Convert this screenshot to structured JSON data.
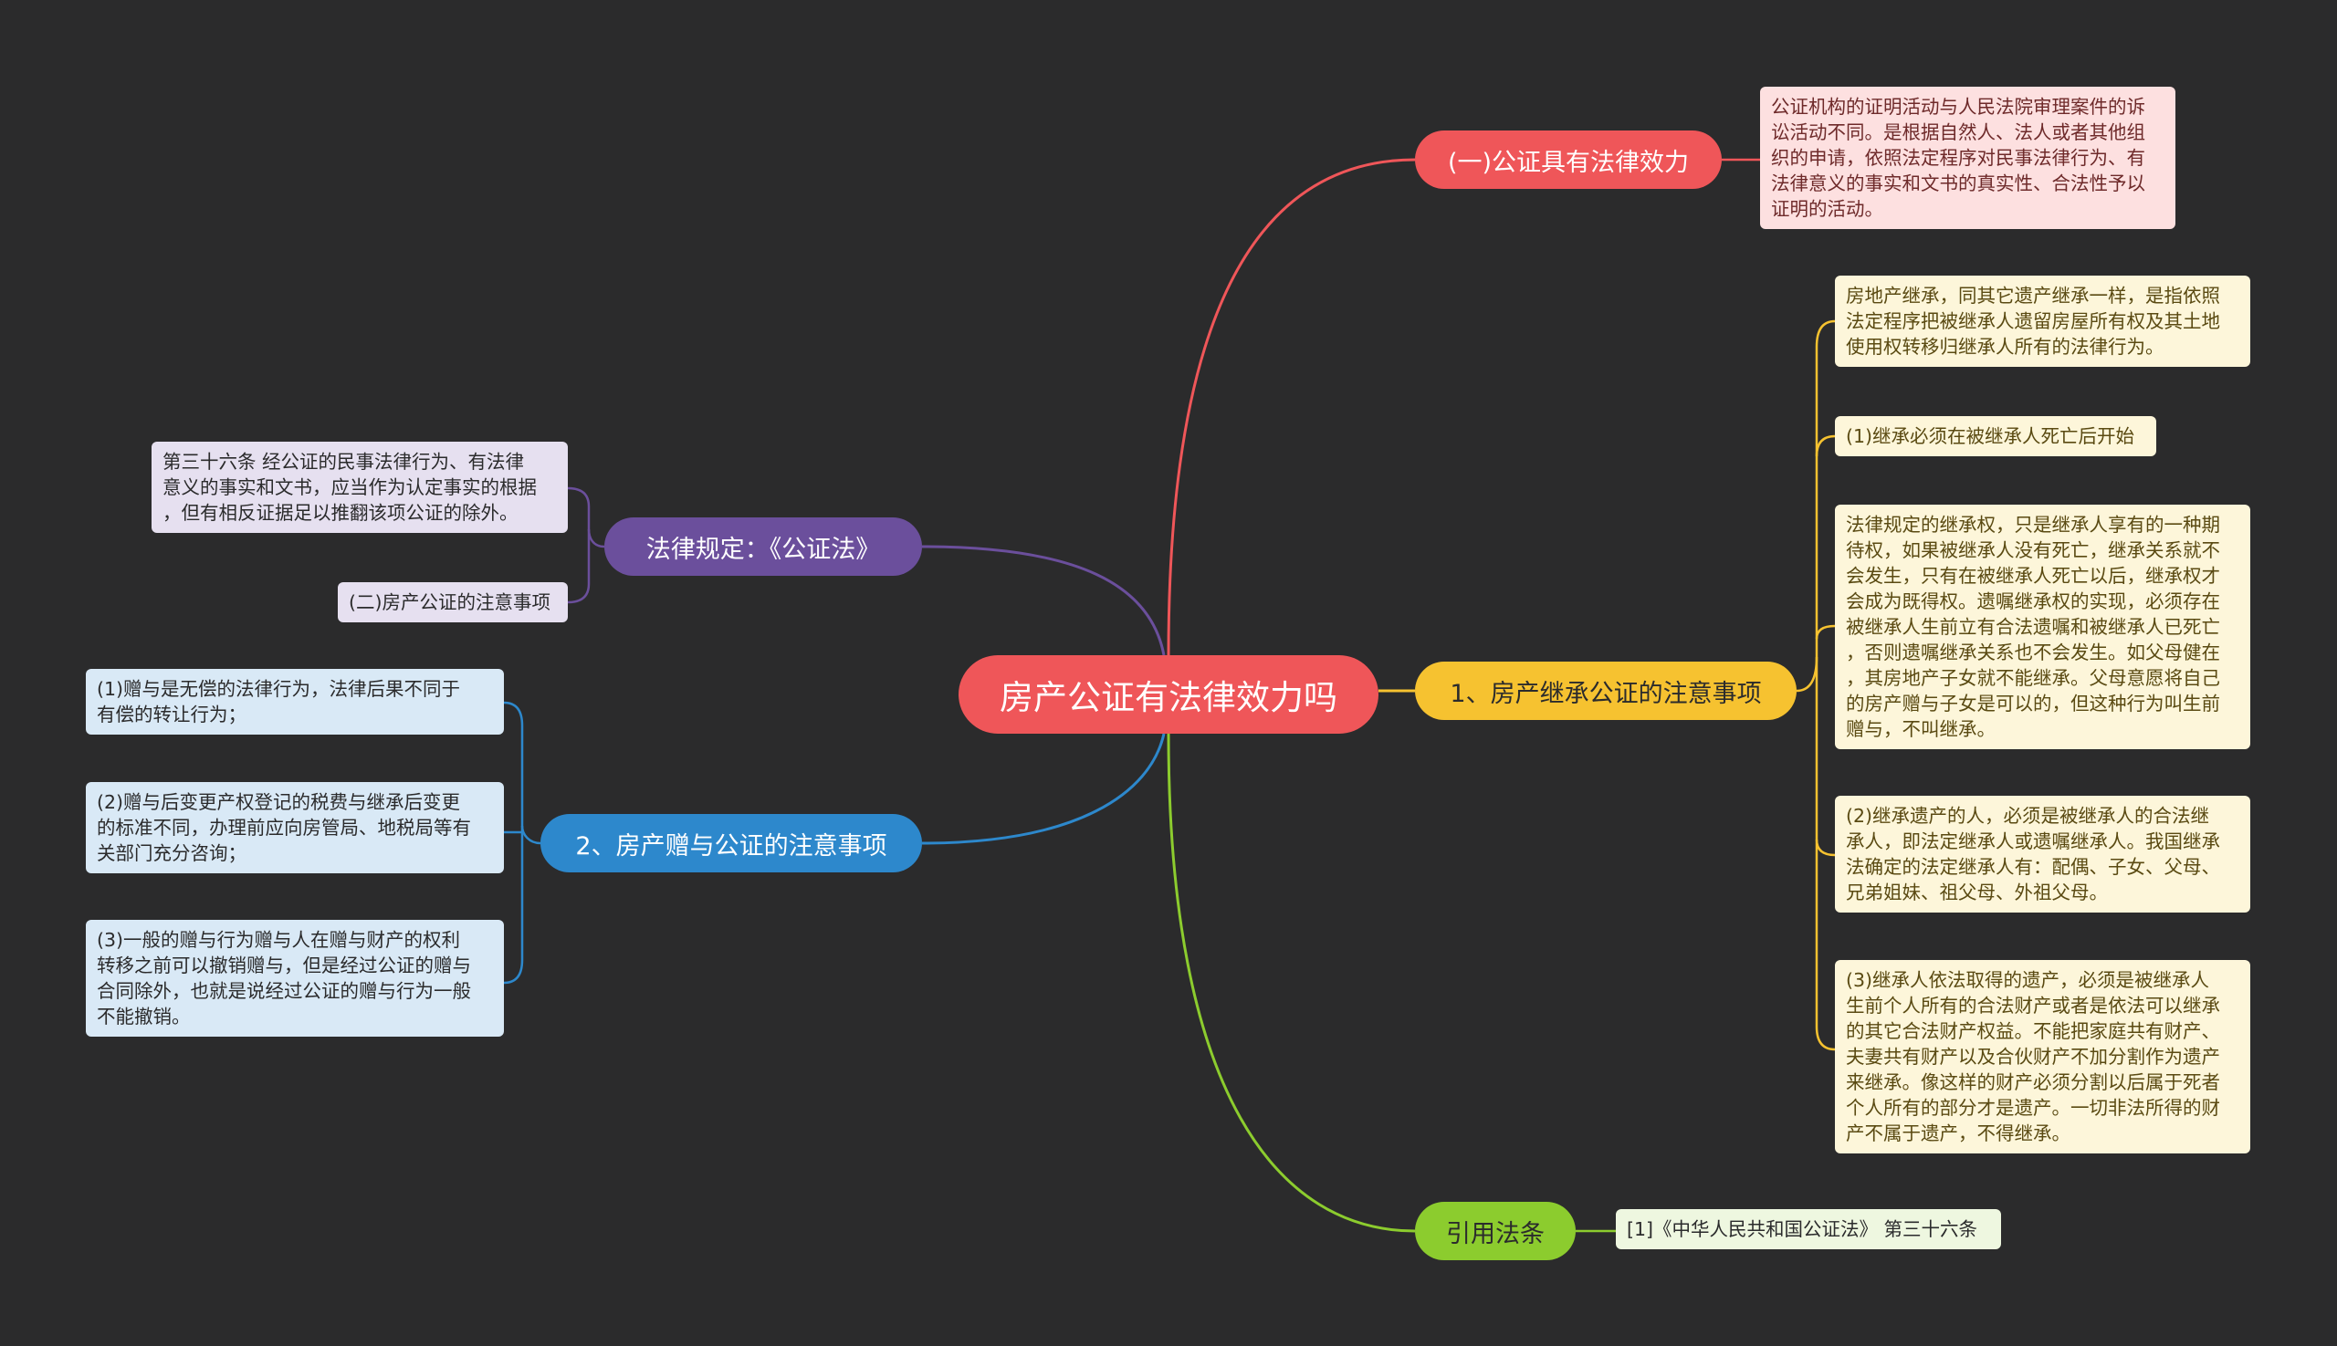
{
  "colors": {
    "background": "#2b2b2c",
    "root": "#ef5659",
    "branch_red": "#ef5659",
    "branch_yellow": "#f6c230",
    "branch_green": "#8ccc2e",
    "branch_purple": "#6b4f9c",
    "branch_blue": "#2d88cc"
  },
  "root": {
    "text": "房产公证有法律效力吗"
  },
  "branches": {
    "legal_effect": {
      "label": "(一)公证具有法律效力",
      "leaves": [
        "公证机构的证明活动与人民法院审理案件的诉\n讼活动不同。是根据自然人、法人或者其他组\n织的申请，依照法定程序对民事法律行为、有\n法律意义的事实和文书的真实性、合法性予以\n证明的活动。"
      ]
    },
    "inheritance": {
      "label": "1、房产继承公证的注意事项",
      "leaves": [
        "房地产继承，同其它遗产继承一样，是指依照\n法定程序把被继承人遗留房屋所有权及其土地\n使用权转移归继承人所有的法律行为。",
        "(1)继承必须在被继承人死亡后开始",
        "法律规定的继承权，只是继承人享有的一种期\n待权，如果被继承人没有死亡，继承关系就不\n会发生，只有在被继承人死亡以后，继承权才\n会成为既得权。遗嘱继承权的实现，必须存在\n被继承人生前立有合法遗嘱和被继承人已死亡\n，否则遗嘱继承关系也不会发生。如父母健在\n，其房地产子女就不能继承。父母意愿将自己\n的房产赠与子女是可以的，但这种行为叫生前\n赠与，不叫继承。",
        "(2)继承遗产的人，必须是被继承人的合法继\n承人，即法定继承人或遗嘱继承人。我国继承\n法确定的法定继承人有：配偶、子女、父母、\n兄弟姐妹、祖父母、外祖父母。",
        "(3)继承人依法取得的遗产，必须是被继承人\n生前个人所有的合法财产或者是依法可以继承\n的其它合法财产权益。不能把家庭共有财产、\n夫妻共有财产以及合伙财产不加分割作为遗产\n来继承。像这样的财产必须分割以后属于死者\n个人所有的部分才是遗产。一切非法所得的财\n产不属于遗产，不得继承。"
      ]
    },
    "citation": {
      "label": "引用法条",
      "leaves": [
        "[1]《中华人民共和国公证法》 第三十六条"
      ]
    },
    "legal_provision": {
      "label": "法律规定：《公证法》",
      "leaves": [
        "第三十六条 经公证的民事法律行为、有法律\n意义的事实和文书，应当作为认定事实的根据\n，但有相反证据足以推翻该项公证的除外。",
        "(二)房产公证的注意事项"
      ]
    },
    "gift": {
      "label": "2、房产赠与公证的注意事项",
      "leaves": [
        "(1)赠与是无偿的法律行为，法律后果不同于\n有偿的转让行为；",
        "(2)赠与后变更产权登记的税费与继承后变更\n的标准不同，办理前应向房管局、地税局等有\n关部门充分咨询；",
        "(3)一般的赠与行为赠与人在赠与财产的权利\n转移之前可以撤销赠与，但是经过公证的赠与\n合同除外，也就是说经过公证的赠与行为一般\n不能撤销。"
      ]
    }
  }
}
